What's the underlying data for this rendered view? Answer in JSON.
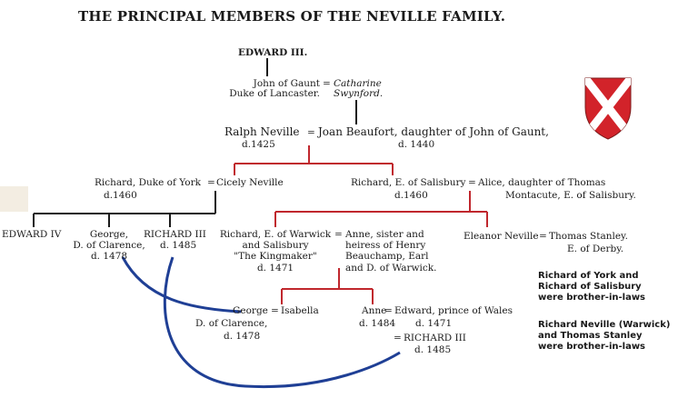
{
  "title": "THE PRINCIPAL MEMBERS OF THE NEVILLE FAMILY.",
  "people": {
    "edward3": "EDWARD III.",
    "john_gaunt_1": "John of Gaunt",
    "john_gaunt_2": "Duke of Lancaster.",
    "catharine_1": "Catharine",
    "catharine_2": "Swynford.",
    "ralph": "Ralph Neville",
    "ralph_d": "d.1425",
    "joan": "Joan Beaufort, daughter of John of Gaunt,",
    "joan_d": "d. 1440",
    "richard_york": "Richard, Duke of York",
    "richard_york_d": "d.1460",
    "cicely": "Cicely Neville",
    "richard_salisbury": "Richard, E. of Salisbury",
    "richard_salisbury_d": "d.1460",
    "alice_1": "Alice, daughter of Thomas",
    "alice_2": "Montacute, E. of Salisbury.",
    "edward4": "EDWARD IV",
    "george_1": "George,",
    "george_2": "D. of Clarence,",
    "george_3": "d. 1478",
    "richard3_1": "RICHARD III",
    "richard3_2": "d. 1485",
    "warwick_1": "Richard, E. of Warwick",
    "warwick_2": "and Salisbury",
    "warwick_3": "\"The Kingmaker\"",
    "warwick_4": "d. 1471",
    "anne_b_1": "Anne, sister and",
    "anne_b_2": "heiress of Henry",
    "anne_b_3": "Beauchamp, Earl",
    "anne_b_4": "and D. of Warwick.",
    "eleanor": "Eleanor Neville",
    "thomas_1": "Thomas Stanley.",
    "thomas_2": "E. of Derby.",
    "george_b_1": "George",
    "george_b_2": "D. of Clarence,",
    "george_b_3": "d. 1478",
    "isabella": "Isabella",
    "anne_n_1": "Anne",
    "anne_n_2": "d. 1484",
    "edward_pw_1": "Edward, prince of Wales",
    "edward_pw_2": "d. 1471",
    "richard3b_1": "RICHARD III",
    "richard3b_2": "d. 1485"
  },
  "marriage_sign": "=",
  "notes": {
    "n1_1": "Richard of York and",
    "n1_2": "Richard of Salisbury",
    "n1_3": "were brother-in-laws",
    "n2_1": "Richard Neville (Warwick)",
    "n2_2": "and Thomas Stanley",
    "n2_3": "were brother-in-laws"
  },
  "colors": {
    "red_line": "#c0272d",
    "black_line": "#1a1a1a",
    "blue_arc": "#1f3f95",
    "shield_red": "#d2232a",
    "shield_white": "#ffffff"
  },
  "icons": {
    "shield": "neville-saltire-shield-icon"
  }
}
